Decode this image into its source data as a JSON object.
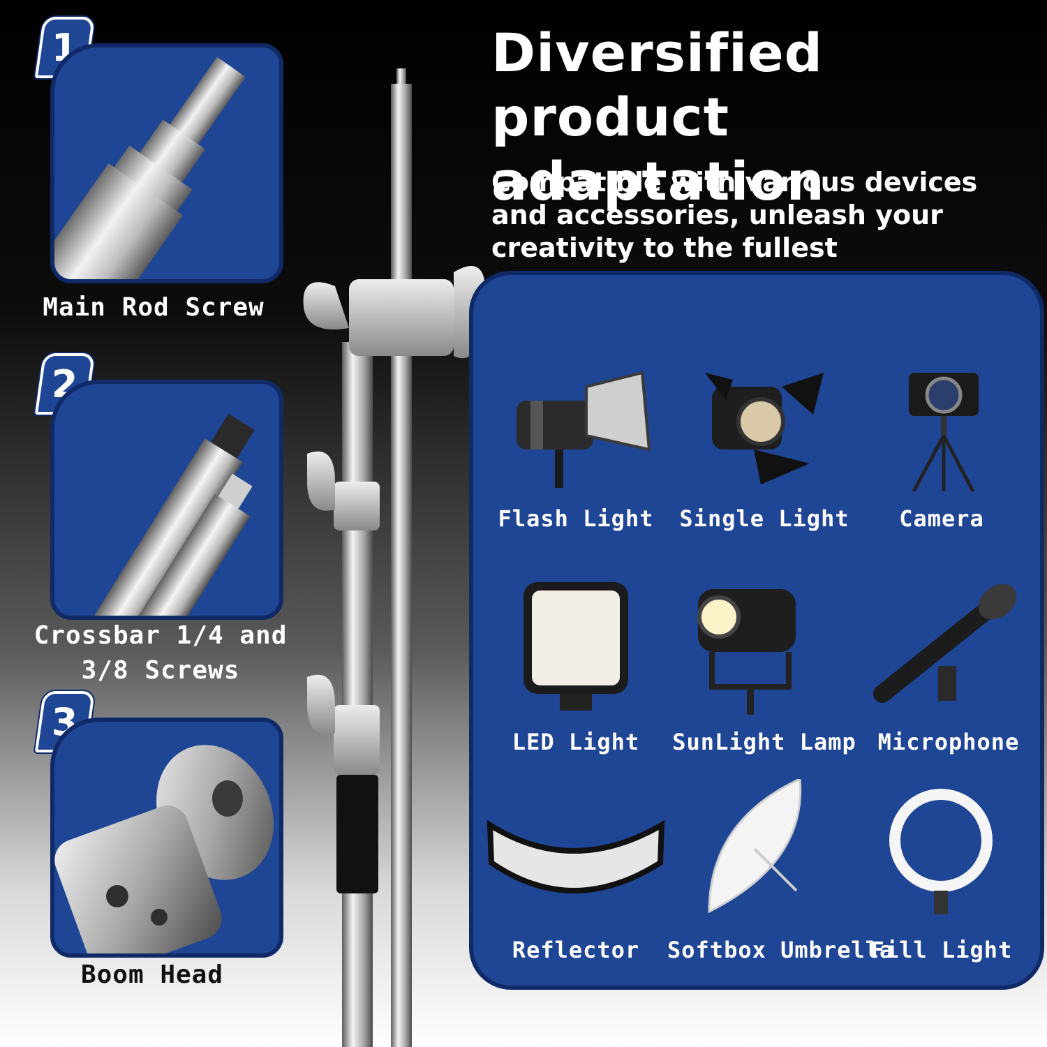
{
  "headline": "Diversified product adaptation",
  "subline": "Compatible with various devices and accessories, unleash your creativity to the fullest",
  "details": [
    {
      "number": "1",
      "label": "Main Rod Screw",
      "icon": "main-rod-screw-icon"
    },
    {
      "number": "2",
      "label_line1": "Crossbar 1/4 and",
      "label_line2": "3/8 Screws",
      "icon": "crossbar-screws-icon"
    },
    {
      "number": "3",
      "label": "Boom Head",
      "icon": "boom-head-icon"
    }
  ],
  "devices": [
    {
      "label": "Flash Light",
      "icon": "flash-light-icon"
    },
    {
      "label": "Single Light",
      "icon": "single-light-icon"
    },
    {
      "label": "Camera",
      "icon": "camera-icon"
    },
    {
      "label": "LED Light",
      "icon": "led-light-icon"
    },
    {
      "label": "SunLight Lamp",
      "icon": "sunlight-lamp-icon"
    },
    {
      "label": "Microphone",
      "icon": "microphone-icon"
    },
    {
      "label": "Reflector",
      "icon": "reflector-icon"
    },
    {
      "label": "Softbox Umbrella",
      "icon": "softbox-umbrella-icon"
    },
    {
      "label": "Fill Light",
      "icon": "fill-light-icon"
    }
  ],
  "colors": {
    "panel": "#1f4595",
    "panel_border": "#0f2a66",
    "text": "#ffffff"
  }
}
